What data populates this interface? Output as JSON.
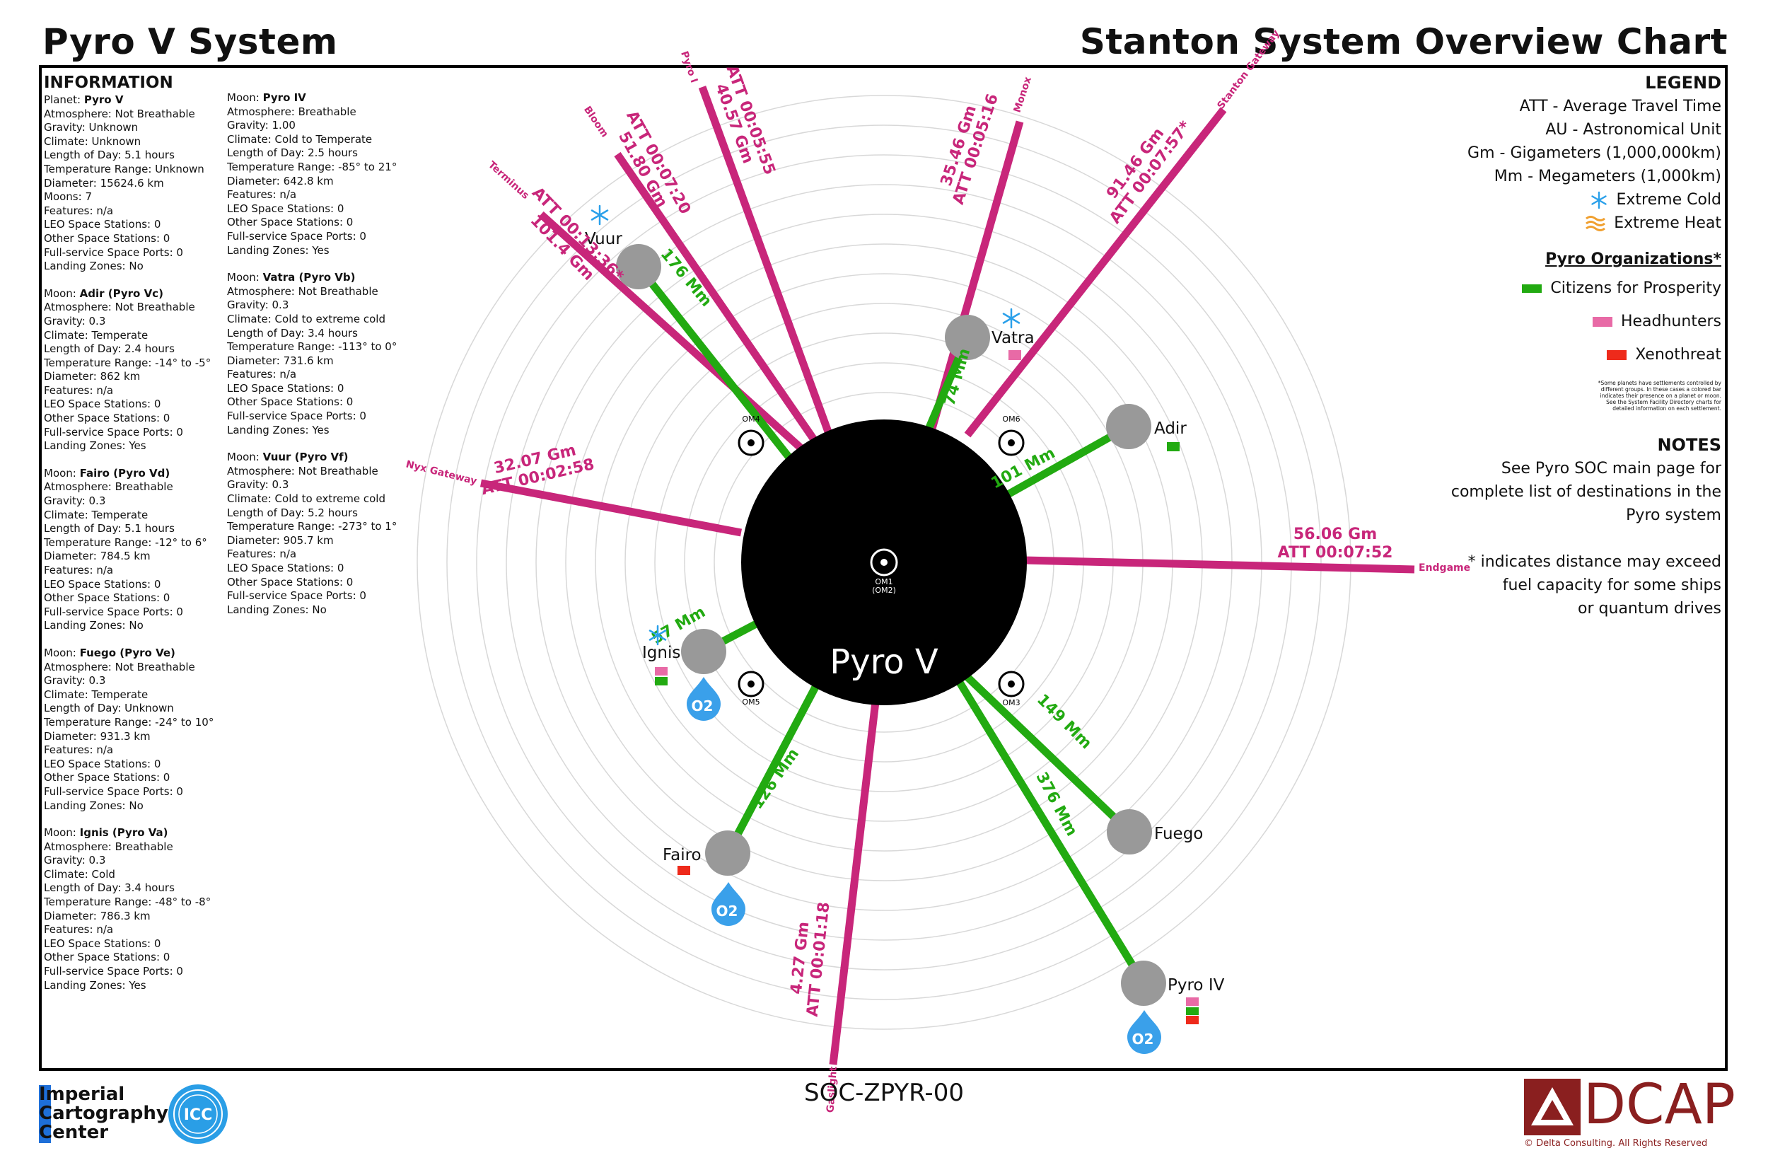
{
  "header": {
    "left_title": "Pyro V System",
    "right_title": "Stanton System Overview Chart"
  },
  "information": {
    "heading": "INFORMATION",
    "column1": [
      {
        "title_prefix": "Planet: ",
        "title": "Pyro V",
        "lines": [
          "Atmosphere: Not Breathable",
          "Gravity: Unknown",
          "Climate: Unknown",
          "Length of Day: 5.1 hours",
          "Temperature Range: Unknown",
          "Diameter: 15624.6 km",
          "Moons: 7",
          "Features: n/a",
          "LEO Space Stations: 0",
          "Other Space Stations: 0",
          "Full-service Space Ports: 0",
          "Landing Zones: No"
        ]
      },
      {
        "title_prefix": "Moon: ",
        "title": "Adir (Pyro Vc)",
        "lines": [
          "Atmosphere: Not Breathable",
          "Gravity: 0.3",
          "Climate: Temperate",
          "Length of Day: 2.4 hours",
          "Temperature Range: -14° to -5°",
          "Diameter: 862 km",
          "Features: n/a",
          "LEO Space Stations: 0",
          "Other Space Stations: 0",
          "Full-service Space Ports: 0",
          "Landing Zones: Yes"
        ]
      },
      {
        "title_prefix": "Moon: ",
        "title": "Fairo (Pyro Vd)",
        "lines": [
          "Atmosphere: Breathable",
          "Gravity: 0.3",
          "Climate: Temperate",
          "Length of Day: 5.1 hours",
          "Temperature Range: -12° to 6°",
          "Diameter: 784.5 km",
          "Features: n/a",
          "LEO Space Stations: 0",
          "Other Space Stations: 0",
          "Full-service Space Ports: 0",
          "Landing Zones: No"
        ]
      },
      {
        "title_prefix": "Moon: ",
        "title": "Fuego (Pyro Ve)",
        "lines": [
          "Atmosphere: Not Breathable",
          "Gravity: 0.3",
          "Climate: Temperate",
          "Length of Day: Unknown",
          "Temperature Range: -24° to 10°",
          "Diameter: 931.3 km",
          "Features: n/a",
          "LEO Space Stations: 0",
          "Other Space Stations: 0",
          "Full-service Space Ports: 0",
          "Landing Zones: No"
        ]
      },
      {
        "title_prefix": "Moon: ",
        "title": "Ignis (Pyro Va)",
        "lines": [
          "Atmosphere: Breathable",
          "Gravity: 0.3",
          "Climate: Cold",
          "Length of Day: 3.4 hours",
          "Temperature Range: -48° to -8°",
          "Diameter: 786.3 km",
          "Features: n/a",
          "LEO Space Stations: 0",
          "Other Space Stations: 0",
          "Full-service Space Ports: 0",
          "Landing Zones: Yes"
        ]
      }
    ],
    "column2": [
      {
        "title_prefix": "Moon: ",
        "title": "Pyro IV",
        "lines": [
          "Atmosphere: Breathable",
          "Gravity: 1.00",
          "Climate: Cold to Temperate",
          "Length of Day: 2.5 hours",
          "Temperature Range: -85° to 21°",
          "Diameter: 642.8 km",
          "Features: n/a",
          "LEO Space Stations: 0",
          "Other Space Stations: 0",
          "Full-service Space Ports: 0",
          "Landing Zones: Yes"
        ]
      },
      {
        "title_prefix": "Moon: ",
        "title": "Vatra (Pyro Vb)",
        "lines": [
          "Atmosphere: Not Breathable",
          "Gravity: 0.3",
          "Climate: Cold to extreme cold",
          "Length of Day: 3.4 hours",
          "Temperature Range: -113° to 0°",
          "Diameter: 731.6 km",
          "Features: n/a",
          "LEO Space Stations: 0",
          "Other Space Stations: 0",
          "Full-service Space Ports: 0",
          "Landing Zones: Yes"
        ]
      },
      {
        "title_prefix": "Moon: ",
        "title": "Vuur (Pyro Vf)",
        "lines": [
          "Atmosphere: Not Breathable",
          "Gravity: 0.3",
          "Climate: Cold to extreme cold",
          "Length of Day: 5.2 hours",
          "Temperature Range: -273° to 1°",
          "Diameter: 905.7 km",
          "Features: n/a",
          "LEO Space Stations: 0",
          "Other Space Stations: 0",
          "Full-service Space Ports: 0",
          "Landing Zones: No"
        ]
      }
    ]
  },
  "legend": {
    "heading": "LEGEND",
    "rows": [
      "ATT - Average Travel Time",
      "AU - Astronomical Unit",
      "Gm - Gigameters (1,000,000km)",
      "Mm - Megameters (1,000km)"
    ],
    "extreme_cold": "Extreme Cold",
    "extreme_heat": "Extreme Heat",
    "orgs_heading": "Pyro Organizations*",
    "orgs": [
      {
        "label": "Citizens for Prosperity",
        "color": "#22aa11"
      },
      {
        "label": "Headhunters",
        "color": "#e86aa6"
      },
      {
        "label": "Xenothreat",
        "color": "#ee2a1b"
      }
    ],
    "footnote": "*Some planets have settlements controlled by different groups. In these cases a colored bar indicates their presence on a planet or moon. See the System Facility Directory charts for detailed information on each settlement."
  },
  "notes": {
    "heading": "NOTES",
    "lines": [
      "See Pyro SOC main page for",
      "complete list of destinations in the",
      "Pyro system",
      "",
      "* indicates distance may exceed",
      "fuel capacity for some ships",
      "or quantum drives"
    ]
  },
  "diagram": {
    "planet_name": "Pyro V",
    "center_marker": {
      "line1": "OM1",
      "line2": "(OM2)"
    },
    "om_markers": [
      "OM3",
      "OM4",
      "OM5",
      "OM6"
    ],
    "colors": {
      "route_magenta": "#c8267a",
      "route_green": "#22aa11",
      "moon_gray": "#999999",
      "planet": "#000000",
      "o2_blue": "#3aa0ea",
      "cold_blue": "#2aa0ea"
    },
    "destinations": [
      {
        "name": "Terminus",
        "distance": "101.4 Gm",
        "att": "ATT 00:13:36*"
      },
      {
        "name": "Bloom",
        "distance": "51.80 Gm",
        "att": "ATT 00:07:20"
      },
      {
        "name": "Pyro I",
        "distance": "40.57 Gm",
        "att": "ATT 00:05:55"
      },
      {
        "name": "Monox",
        "distance": "35.46 Gm",
        "att": "ATT 00:05:16"
      },
      {
        "name": "Stanton Gateway",
        "distance": "91.46 Gm",
        "att": "ATT 00:07:57*"
      },
      {
        "name": "Nyx Gateway",
        "distance": "32.07 Gm",
        "att": "ATT 00:02:58"
      },
      {
        "name": "Endgame",
        "distance": "56.06 Gm",
        "att": "ATT 00:07:52"
      },
      {
        "name": "Gaslight",
        "distance": "4.27 Gm",
        "att": "ATT 00:01:18"
      }
    ],
    "moons": [
      {
        "name": "Vuur",
        "distance": "176 Mm"
      },
      {
        "name": "Vatra",
        "distance": "74 Mm"
      },
      {
        "name": "Adir",
        "distance": "101 Mm"
      },
      {
        "name": "Ignis",
        "distance": "57 Mm"
      },
      {
        "name": "Fairo",
        "distance": "126 Mm"
      },
      {
        "name": "Fuego",
        "distance": "149 Mm"
      },
      {
        "name": "Pyro IV",
        "distance": "376 Mm"
      }
    ],
    "o2_label": "O2"
  },
  "footer": {
    "code": "SOC-ZPYR-00",
    "icc_lines": [
      "Imperial",
      "Cartography",
      "Center"
    ],
    "icc_seal_text": "ICC",
    "dcap_text": "DCAP",
    "dcap_copyright": "Delta Consulting.  All Rights Reserved"
  }
}
